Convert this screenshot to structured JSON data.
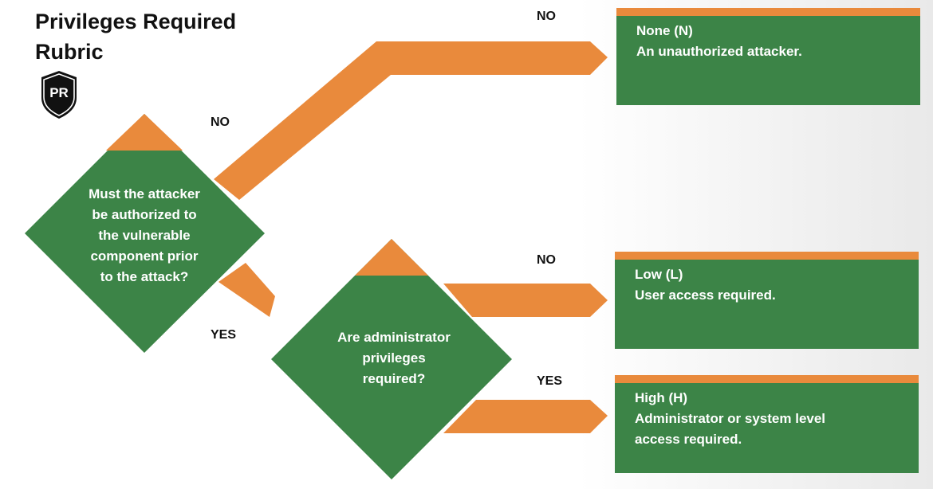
{
  "title": {
    "line1": "Privileges Required",
    "line2": "Rubric"
  },
  "badge": {
    "text": "PR",
    "icon": "shield-icon"
  },
  "decision1": {
    "lines": [
      "Must the attacker",
      "be authorized to",
      "the vulnerable",
      "component prior",
      "to the attack?"
    ]
  },
  "decision2": {
    "lines": [
      "Are administrator",
      "privileges",
      "required?"
    ]
  },
  "edges": {
    "d1_no": "NO",
    "d1_yes": "YES",
    "none_no": "NO",
    "d2_no": "NO",
    "d2_yes": "YES"
  },
  "outcomes": [
    {
      "lines": [
        "None (N)",
        "An unauthorized attacker."
      ]
    },
    {
      "lines": [
        "Low (L)",
        "User access required."
      ]
    },
    {
      "lines": [
        "High (H)",
        "Administrator or system level",
        "access required."
      ]
    }
  ],
  "colors": {
    "green": "#3c8447",
    "orange": "#e98a3c",
    "ink": "#111111",
    "white": "#ffffff"
  }
}
